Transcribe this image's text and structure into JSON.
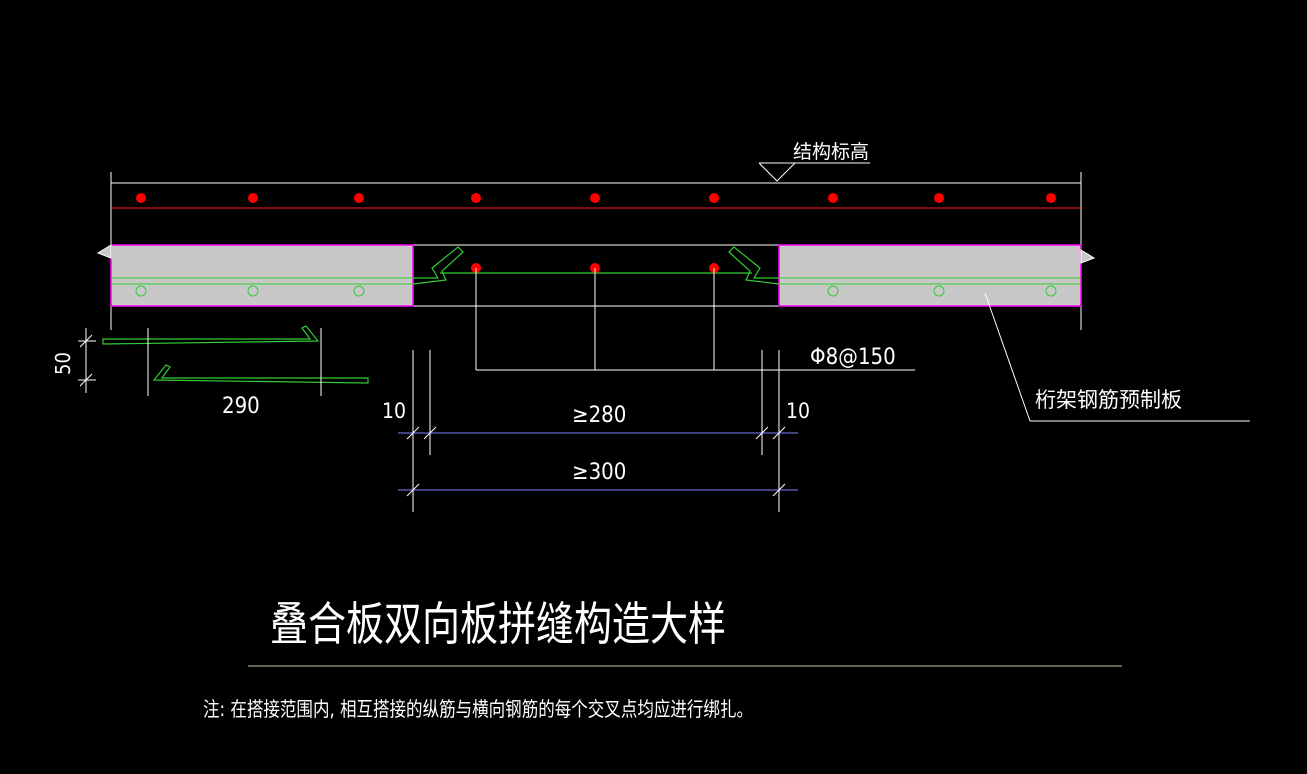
{
  "labels": {
    "elevation": "结构标高",
    "rebar_spec": "Φ8@150",
    "precast_panel": "桁架钢筋预制板",
    "lap_height": "50",
    "lap_length": "290",
    "gap_left": "10",
    "gap_right": "10",
    "gap_inner": "≥280",
    "gap_outer": "≥300",
    "title": "叠合板双向板拼缝构造大样",
    "note": "注: 在搭接范围内, 相互搭接的纵筋与横向钢筋的每个交叉点均应进行绑扎。"
  },
  "colors": {
    "background": "#000000",
    "line": "#ffffff",
    "rebar_dot": "#ff0000",
    "rebar_line": "#ff2020",
    "green_rebar": "#33cc33",
    "panel_fill": "#c8c8c8",
    "panel_edge": "#ff00ff",
    "dimension": "#8080ff",
    "title_underline": "#c8c8a0"
  }
}
